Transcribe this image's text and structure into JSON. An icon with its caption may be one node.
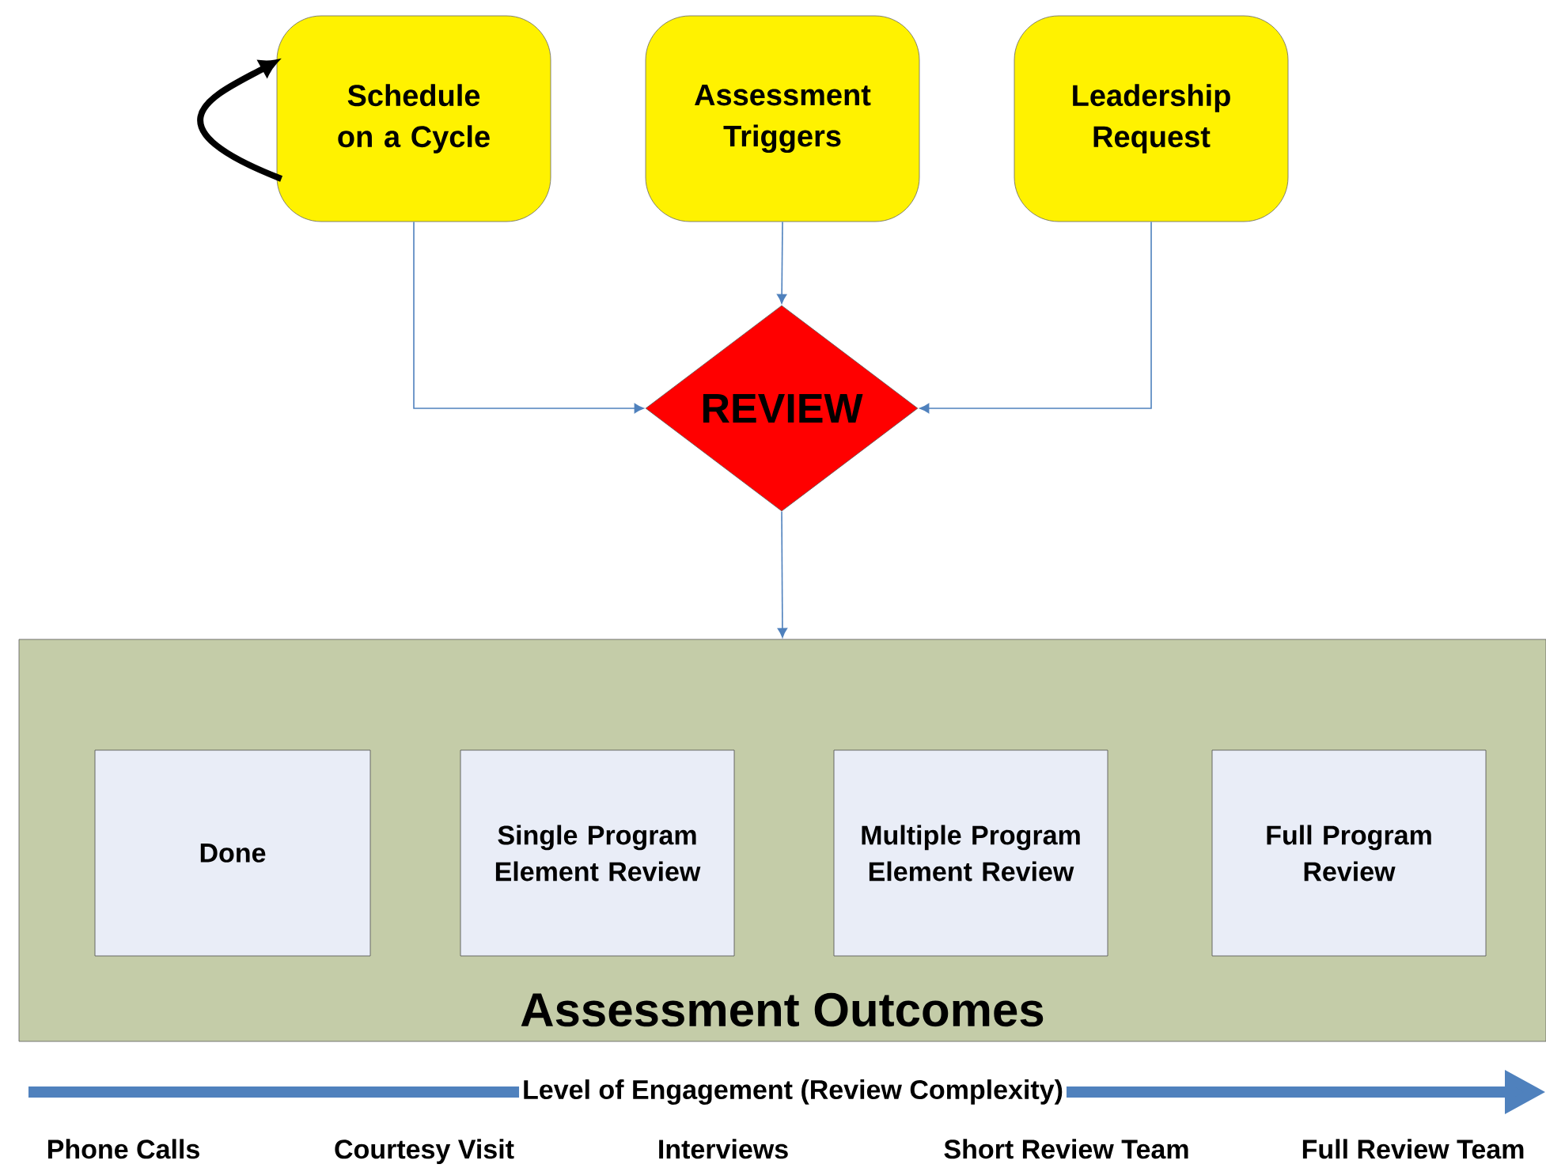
{
  "diagram": {
    "nodes": [
      {
        "text": [
          "Schedule on a Cycle"
        ]
      },
      {
        "text": [
          "Assessment Triggers"
        ]
      },
      {
        "text": [
          "Leadership Request"
        ]
      },
      {
        "text": [
          "REVIEW"
        ]
      },
      {
        "text": [
          "Assessment Outcomes"
        ]
      },
      {
        "text": [
          "Done"
        ],
        "in": 4
      },
      {
        "text": [
          "Single Program Element Review"
        ],
        "in": 4
      },
      {
        "text": [
          "Multiple Program Element Review"
        ],
        "in": 4
      },
      {
        "text": [
          "Full Program Review"
        ],
        "in": 4
      }
    ],
    "edges": [
      {
        "from": 0,
        "to": 0,
        "arrow": "to",
        "style": "thick",
        "color": "#000000"
      },
      {
        "from": 0,
        "to": 3,
        "arrow": "to"
      },
      {
        "from": 1,
        "to": 3,
        "arrow": "to"
      },
      {
        "from": 2,
        "to": 3,
        "arrow": "to"
      },
      {
        "from": 3,
        "to": 4,
        "arrow": "to"
      }
    ],
    "labels": [
      "Level of Engagement (Review Complexity)",
      "Phone Calls",
      "Courtesy Visit",
      "Interviews",
      "Short Review Team",
      "Full Review Team"
    ]
  }
}
